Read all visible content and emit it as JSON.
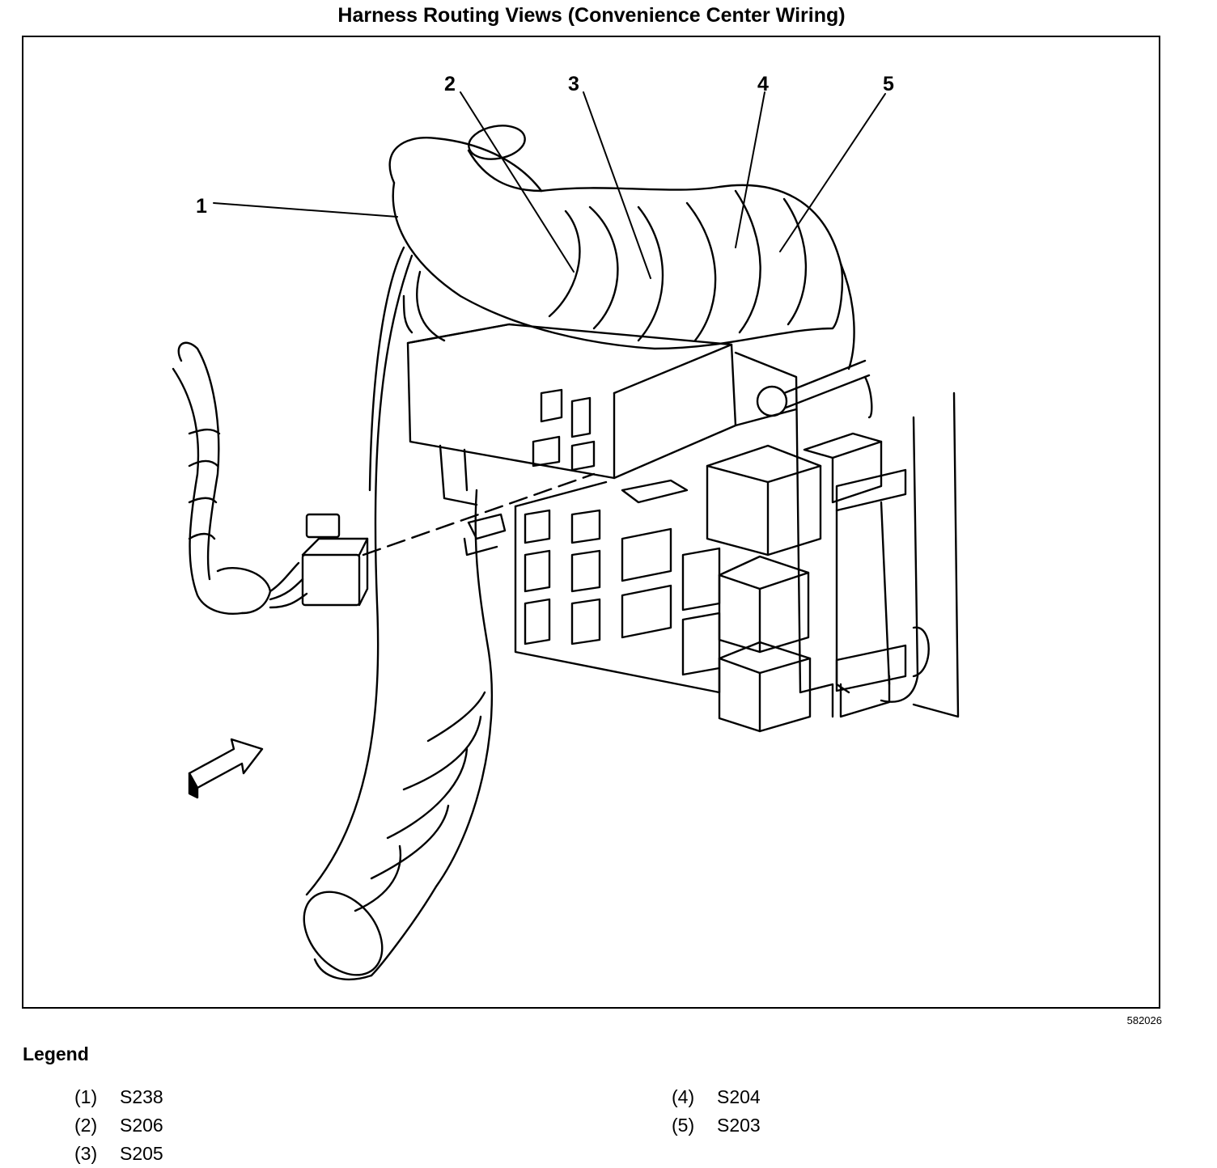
{
  "title": "Harness Routing Views (Convenience Center Wiring)",
  "callouts": [
    "1",
    "2",
    "3",
    "4",
    "5"
  ],
  "figure_id": "582026",
  "legend": {
    "heading": "Legend",
    "items": [
      {
        "num": "(1)",
        "label": "S238"
      },
      {
        "num": "(2)",
        "label": "S206"
      },
      {
        "num": "(3)",
        "label": "S205"
      },
      {
        "num": "(4)",
        "label": "S204"
      },
      {
        "num": "(5)",
        "label": "S203"
      }
    ]
  }
}
